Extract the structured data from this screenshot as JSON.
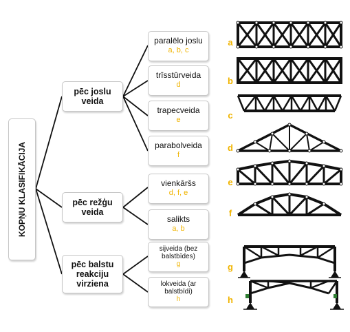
{
  "root": {
    "label": "KOPŅU KLASIFIKĀCIJA"
  },
  "groups": [
    {
      "label": "pēc joslu veida",
      "items": [
        {
          "title": "paralēlo joslu",
          "refs": "a, b, c"
        },
        {
          "title": "trīsstūrveida",
          "refs": "d"
        },
        {
          "title": "trapecveida",
          "refs": "e"
        },
        {
          "title": "parabolveida",
          "refs": "f"
        }
      ]
    },
    {
      "label": "pēc režģu veida",
      "items": [
        {
          "title": "vienkāršs",
          "refs": "d, f, e"
        },
        {
          "title": "salikts",
          "refs": "a, b"
        }
      ]
    },
    {
      "label": "pēc balstu reakciju virziena",
      "items": [
        {
          "title": "sijveida (bez balstbīdes)",
          "refs": "g"
        },
        {
          "title": "lokveida (ar balstbīdi)",
          "refs": "h"
        }
      ]
    }
  ],
  "truss_letters": [
    "a",
    "b",
    "c",
    "d",
    "e",
    "f",
    "g",
    "h"
  ],
  "colors": {
    "accent": "#f0b400",
    "line": "#111111",
    "border": "#c6c6c6"
  }
}
